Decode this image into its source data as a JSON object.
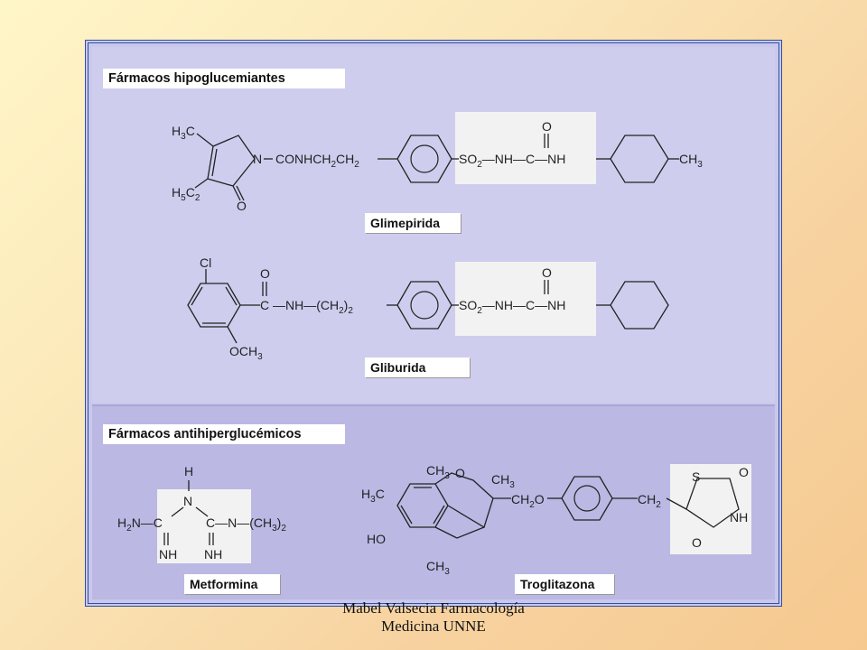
{
  "sections": {
    "hypo": "Fármacos hipoglucemiantes",
    "antihyper": "Fármacos antihiperglucémicos"
  },
  "drugs": {
    "glimepirida": "Glimepirida",
    "gliburida": "Gliburida",
    "metformina": "Metformina",
    "troglitazona": "Troglitazona"
  },
  "footer": {
    "line1": "Mabel Valsecia Farmacología",
    "line2": "Medicina UNNE"
  }
}
